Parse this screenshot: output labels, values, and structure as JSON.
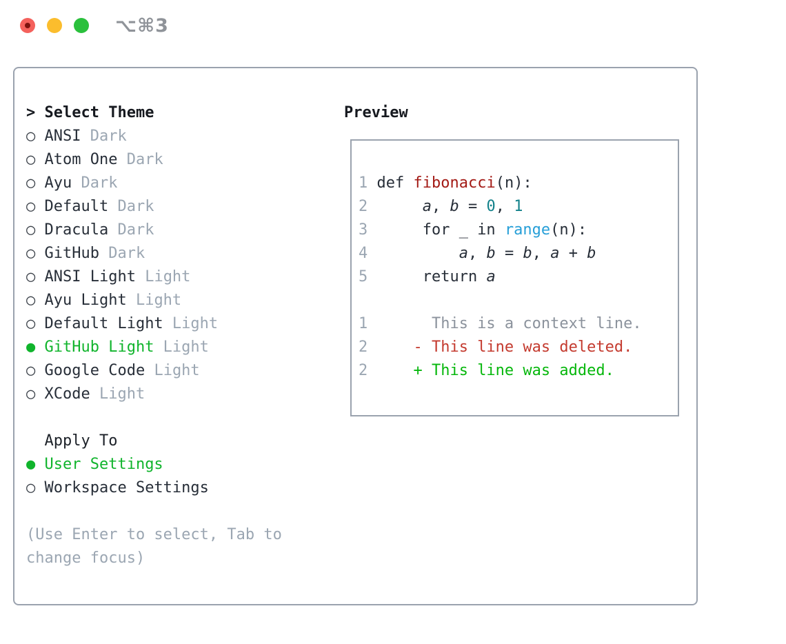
{
  "window": {
    "shortcut": "⌥⌘3"
  },
  "icons": {
    "title_marker": ">",
    "radio_unselected": "○",
    "radio_selected": "●",
    "close_light": "red-circle",
    "minimize_light": "yellow-circle",
    "zoom_light": "green-circle"
  },
  "theme_selector": {
    "title": "Select Theme",
    "items": [
      {
        "name": "ANSI",
        "variant": "Dark",
        "selected": false
      },
      {
        "name": "Atom One",
        "variant": "Dark",
        "selected": false
      },
      {
        "name": "Ayu",
        "variant": "Dark",
        "selected": false
      },
      {
        "name": "Default",
        "variant": "Dark",
        "selected": false
      },
      {
        "name": "Dracula",
        "variant": "Dark",
        "selected": false
      },
      {
        "name": "GitHub",
        "variant": "Dark",
        "selected": false
      },
      {
        "name": "ANSI Light",
        "variant": "Light",
        "selected": false
      },
      {
        "name": "Ayu Light",
        "variant": "Light",
        "selected": false
      },
      {
        "name": "Default Light",
        "variant": "Light",
        "selected": false
      },
      {
        "name": "GitHub Light",
        "variant": "Light",
        "selected": true
      },
      {
        "name": "Google Code",
        "variant": "Light",
        "selected": false
      },
      {
        "name": "XCode",
        "variant": "Light",
        "selected": false
      }
    ]
  },
  "apply_to": {
    "title": "Apply To",
    "options": [
      {
        "label": "User Settings",
        "selected": true
      },
      {
        "label": "Workspace Settings",
        "selected": false
      }
    ]
  },
  "hint": {
    "line1": "(Use Enter to select, Tab to",
    "line2": "change focus)"
  },
  "preview": {
    "title": "Preview",
    "code_lines": [
      {
        "num": "1",
        "tokens": [
          {
            "text": " def ",
            "cls": "plain"
          },
          {
            "text": "fibonacci",
            "cls": "fn"
          },
          {
            "text": "(n):",
            "cls": "plain"
          }
        ]
      },
      {
        "num": "2",
        "tokens": [
          {
            "text": "      ",
            "cls": "plain"
          },
          {
            "text": "a",
            "cls": "var"
          },
          {
            "text": ", ",
            "cls": "plain"
          },
          {
            "text": "b",
            "cls": "var"
          },
          {
            "text": " = ",
            "cls": "plain"
          },
          {
            "text": "0",
            "cls": "num"
          },
          {
            "text": ", ",
            "cls": "plain"
          },
          {
            "text": "1",
            "cls": "num"
          }
        ]
      },
      {
        "num": "3",
        "tokens": [
          {
            "text": "      for _ in ",
            "cls": "plain"
          },
          {
            "text": "range",
            "cls": "builtin"
          },
          {
            "text": "(n):",
            "cls": "plain"
          }
        ]
      },
      {
        "num": "4",
        "tokens": [
          {
            "text": "          ",
            "cls": "plain"
          },
          {
            "text": "a",
            "cls": "var"
          },
          {
            "text": ", ",
            "cls": "plain"
          },
          {
            "text": "b",
            "cls": "var"
          },
          {
            "text": " = ",
            "cls": "plain"
          },
          {
            "text": "b",
            "cls": "var"
          },
          {
            "text": ", ",
            "cls": "plain"
          },
          {
            "text": "a",
            "cls": "var"
          },
          {
            "text": " + ",
            "cls": "plain"
          },
          {
            "text": "b",
            "cls": "var"
          }
        ]
      },
      {
        "num": "5",
        "tokens": [
          {
            "text": "      return ",
            "cls": "plain"
          },
          {
            "text": "a",
            "cls": "var"
          }
        ]
      },
      {
        "num": "",
        "tokens": []
      },
      {
        "num": "1",
        "tokens": [
          {
            "text": "       This is a context line.",
            "cls": "ctx"
          }
        ]
      },
      {
        "num": "2",
        "tokens": [
          {
            "text": "     - This line was deleted.",
            "cls": "del"
          }
        ]
      },
      {
        "num": "2",
        "tokens": [
          {
            "text": "     + This line was added.",
            "cls": "add"
          }
        ]
      }
    ]
  },
  "colors": {
    "panel_border": "#9aa2ae",
    "text_dark": "#272e38",
    "title_black": "#16191f",
    "muted_gray": "#9ba6b2",
    "selected_green": "#10b42c",
    "diff_added_green": "#06b70c",
    "diff_deleted_red": "#c43a2e",
    "function_red": "#a31a15",
    "number_teal": "#12818a",
    "builtin_blue": "#279fd8",
    "traffic_red": "#f4615c",
    "traffic_yellow": "#fbbd2d",
    "traffic_green": "#2ac03c"
  }
}
